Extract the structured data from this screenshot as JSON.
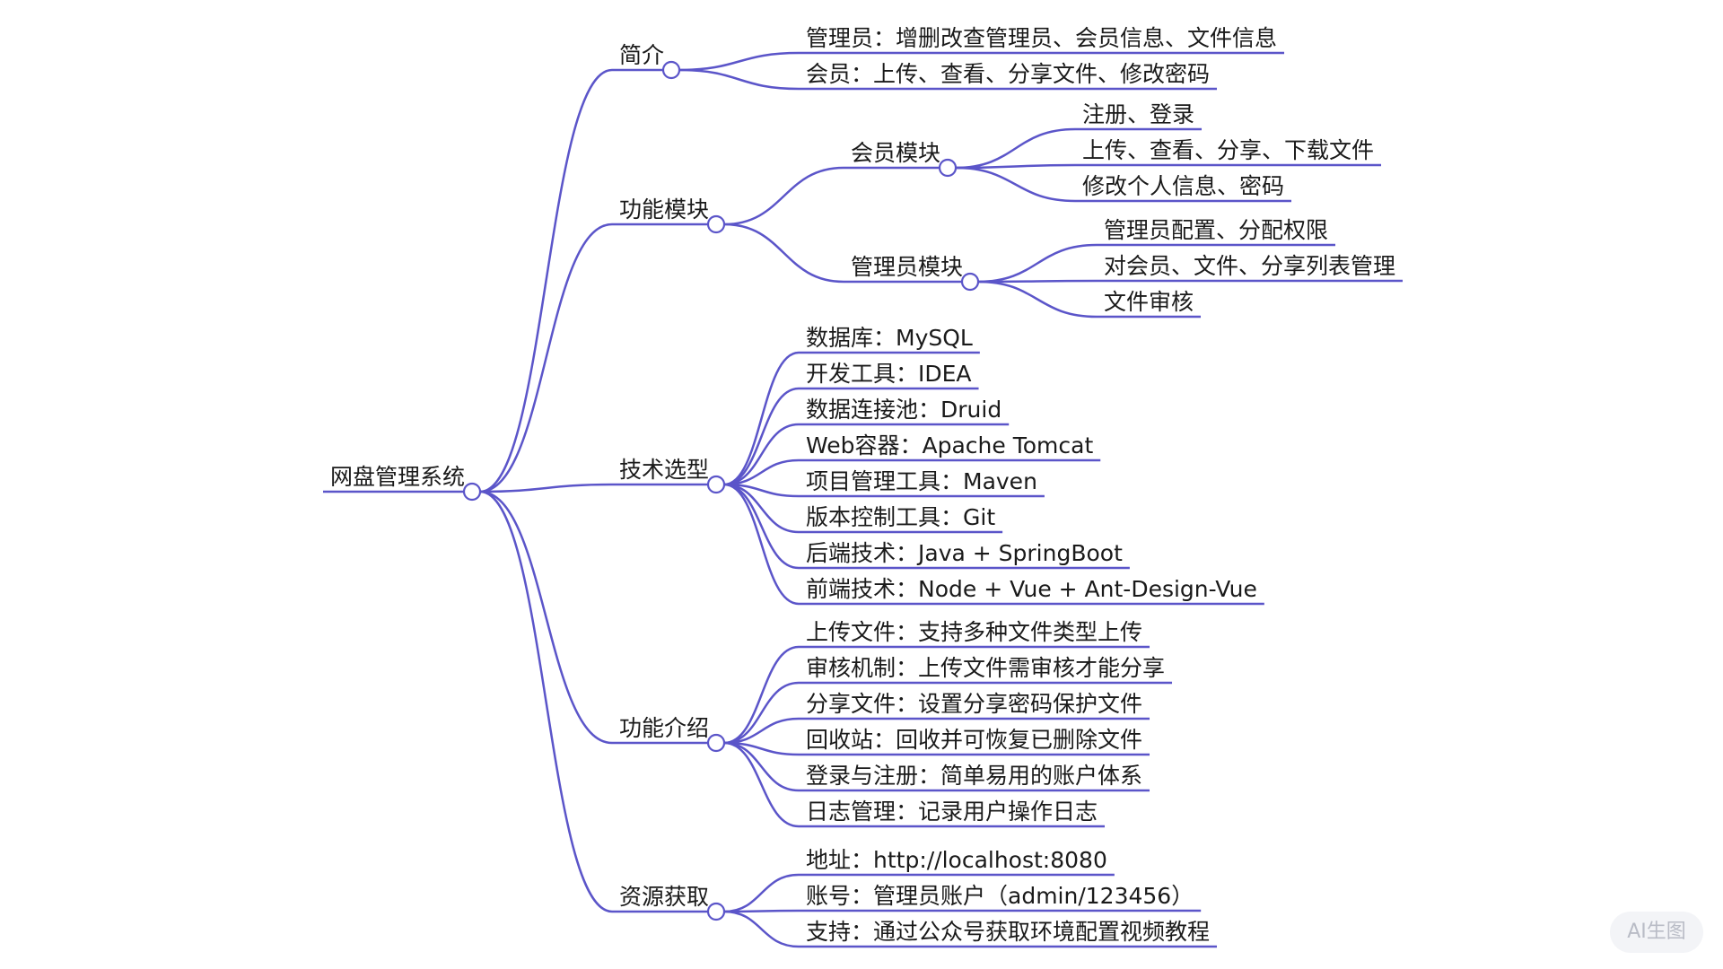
{
  "colors": {
    "line": "#5b55c9",
    "text": "#1a1a1a",
    "background": "#ffffff"
  },
  "root": {
    "label": "网盘管理系统",
    "children": [
      {
        "label": "简介",
        "children": [
          {
            "label": "管理员：增删改查管理员、会员信息、文件信息"
          },
          {
            "label": "会员：上传、查看、分享文件、修改密码"
          }
        ]
      },
      {
        "label": "功能模块",
        "children": [
          {
            "label": "会员模块",
            "children": [
              {
                "label": "注册、登录"
              },
              {
                "label": "上传、查看、分享、下载文件"
              },
              {
                "label": "修改个人信息、密码"
              }
            ]
          },
          {
            "label": "管理员模块",
            "children": [
              {
                "label": "管理员配置、分配权限"
              },
              {
                "label": "对会员、文件、分享列表管理"
              },
              {
                "label": "文件审核"
              }
            ]
          }
        ]
      },
      {
        "label": "技术选型",
        "children": [
          {
            "label": "数据库：MySQL"
          },
          {
            "label": "开发工具：IDEA"
          },
          {
            "label": "数据连接池：Druid"
          },
          {
            "label": "Web容器：Apache Tomcat"
          },
          {
            "label": "项目管理工具：Maven"
          },
          {
            "label": "版本控制工具：Git"
          },
          {
            "label": "后端技术：Java + SpringBoot"
          },
          {
            "label": "前端技术：Node + Vue + Ant-Design-Vue"
          }
        ]
      },
      {
        "label": "功能介绍",
        "children": [
          {
            "label": "上传文件：支持多种文件类型上传"
          },
          {
            "label": "审核机制：上传文件需审核才能分享"
          },
          {
            "label": "分享文件：设置分享密码保护文件"
          },
          {
            "label": "回收站：回收并可恢复已删除文件"
          },
          {
            "label": "登录与注册：简单易用的账户体系"
          },
          {
            "label": "日志管理：记录用户操作日志"
          }
        ]
      },
      {
        "label": "资源获取",
        "children": [
          {
            "label": "地址：http://localhost:8080"
          },
          {
            "label": "账号：管理员账户（admin/123456）"
          },
          {
            "label": "支持：通过公众号获取环境配置视频教程"
          }
        ]
      }
    ]
  },
  "watermark": "AI生图"
}
